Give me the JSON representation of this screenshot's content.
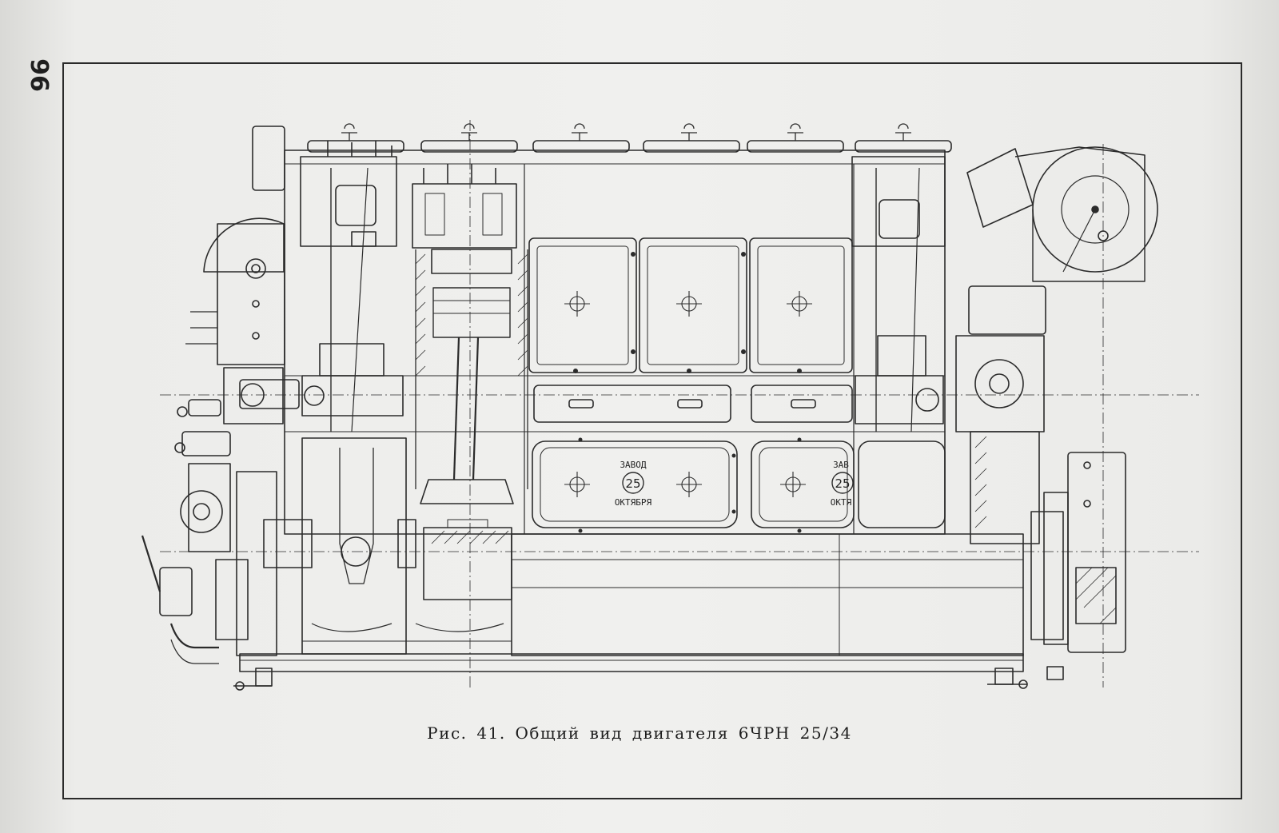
{
  "page": {
    "number": "96"
  },
  "figure": {
    "caption": "Рис. 41. Общий вид двигателя 6ЧРН 25/34",
    "nameplates": [
      {
        "line1": "ЗАВОД",
        "number": "25",
        "line2": "ОКТЯБРЯ"
      },
      {
        "line1": "ЗАВ",
        "number": "25",
        "line2": "ОКТЯ"
      }
    ]
  }
}
